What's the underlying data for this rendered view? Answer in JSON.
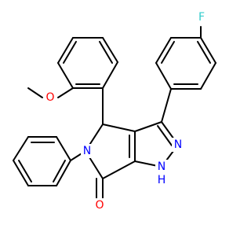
{
  "molecule": {
    "atoms": {
      "fluorine": {
        "label": "F",
        "color": "#33cccc"
      },
      "methoxy_oxygen": {
        "label": "O",
        "color": "#ff0000"
      },
      "carbonyl_oxygen": {
        "label": "O",
        "color": "#ff0000"
      },
      "ring_nitrogen": {
        "label": "N",
        "color": "#0000ff"
      },
      "pyrazole_n2": {
        "label": "N",
        "color": "#0000ff"
      },
      "pyrazole_n1": {
        "label": "N",
        "color": "#0000ff"
      },
      "pyrazole_nh": {
        "label": "H",
        "color": "#0000ff"
      }
    }
  }
}
